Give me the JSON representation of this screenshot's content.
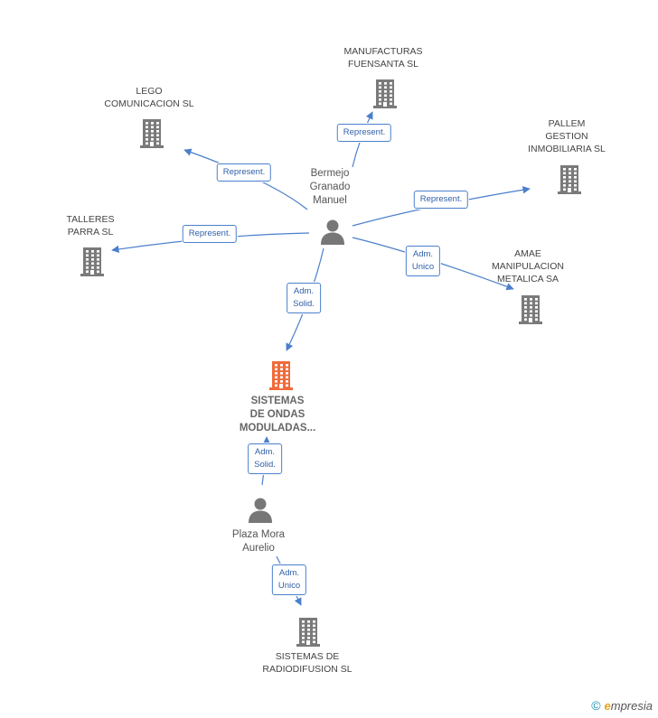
{
  "colors": {
    "edge": "#4a7fcc",
    "building": "#7a7a7a",
    "main_building": "#f06a3a",
    "person": "#777777"
  },
  "nodes": [
    {
      "id": "bermejo",
      "type": "person",
      "label": "Bermejo\nGranado\nManuel"
    },
    {
      "id": "manufacturas",
      "type": "company",
      "label": "MANUFACTURAS\nFUENSANTA  SL"
    },
    {
      "id": "lego",
      "type": "company",
      "label": "LEGO\nCOMUNICACION SL"
    },
    {
      "id": "pallem",
      "type": "company",
      "label": "PALLEM\nGESTION\nINMOBILIARIA SL"
    },
    {
      "id": "talleres",
      "type": "company",
      "label": "TALLERES\nPARRA SL"
    },
    {
      "id": "amae",
      "type": "company",
      "label": "AMAE\nMANIPULACION\nMETALICA SA"
    },
    {
      "id": "sistemas_ondas",
      "type": "company_main",
      "label": "SISTEMAS\nDE ONDAS\nMODULADAS..."
    },
    {
      "id": "plaza",
      "type": "person",
      "label": "Plaza Mora\nAurelio"
    },
    {
      "id": "sistemas_radio",
      "type": "company",
      "label": "SISTEMAS DE\nRADIODIFUSION SL"
    }
  ],
  "edges": [
    {
      "from": "bermejo",
      "to": "manufacturas",
      "label": "Represent."
    },
    {
      "from": "bermejo",
      "to": "lego",
      "label": "Represent."
    },
    {
      "from": "bermejo",
      "to": "pallem",
      "label": "Represent."
    },
    {
      "from": "bermejo",
      "to": "talleres",
      "label": "Represent."
    },
    {
      "from": "bermejo",
      "to": "amae",
      "label": "Adm.\nUnico"
    },
    {
      "from": "bermejo",
      "to": "sistemas_ondas",
      "label": "Adm.\nSolid."
    },
    {
      "from": "plaza",
      "to": "sistemas_ondas",
      "label": "Adm.\nSolid."
    },
    {
      "from": "plaza",
      "to": "sistemas_radio",
      "label": "Adm.\nUnico"
    }
  ],
  "footer": {
    "copyright": "©",
    "brand_initial": "e",
    "brand_rest": "mpresia"
  }
}
